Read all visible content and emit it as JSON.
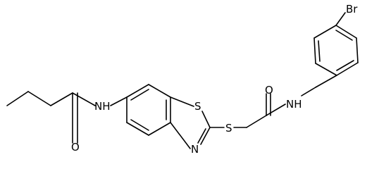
{
  "molecule": {
    "atoms": {
      "amide_nh_left": "NH",
      "amide_o_left": "O",
      "ring_s": "S",
      "ring_n": "N",
      "thioether_s": "S",
      "amide_o_right": "O",
      "amide_nh_right": "NH",
      "bromine": "Br"
    }
  },
  "colors": {
    "bond": "#000000",
    "label": "#000000",
    "background": "#ffffff"
  }
}
